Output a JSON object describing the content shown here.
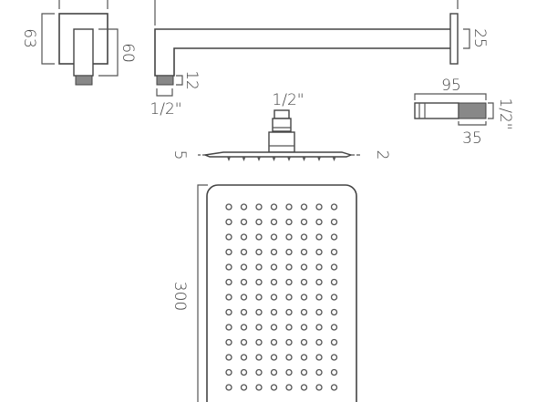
{
  "dimensions": {
    "outlet_height": "63",
    "outlet_inner": "60",
    "arm_thread_length": "12",
    "arm_thread_size": "1/2\"",
    "flange": "25",
    "head_inlet": "1/2\"",
    "head_edge_left": "5",
    "head_edge_right": "2",
    "connector_length": "95",
    "connector_thread": "35",
    "connector_size": "1/2\"",
    "head_length": "300"
  },
  "nozzle_grid": {
    "columns": 8,
    "rows": 13
  }
}
